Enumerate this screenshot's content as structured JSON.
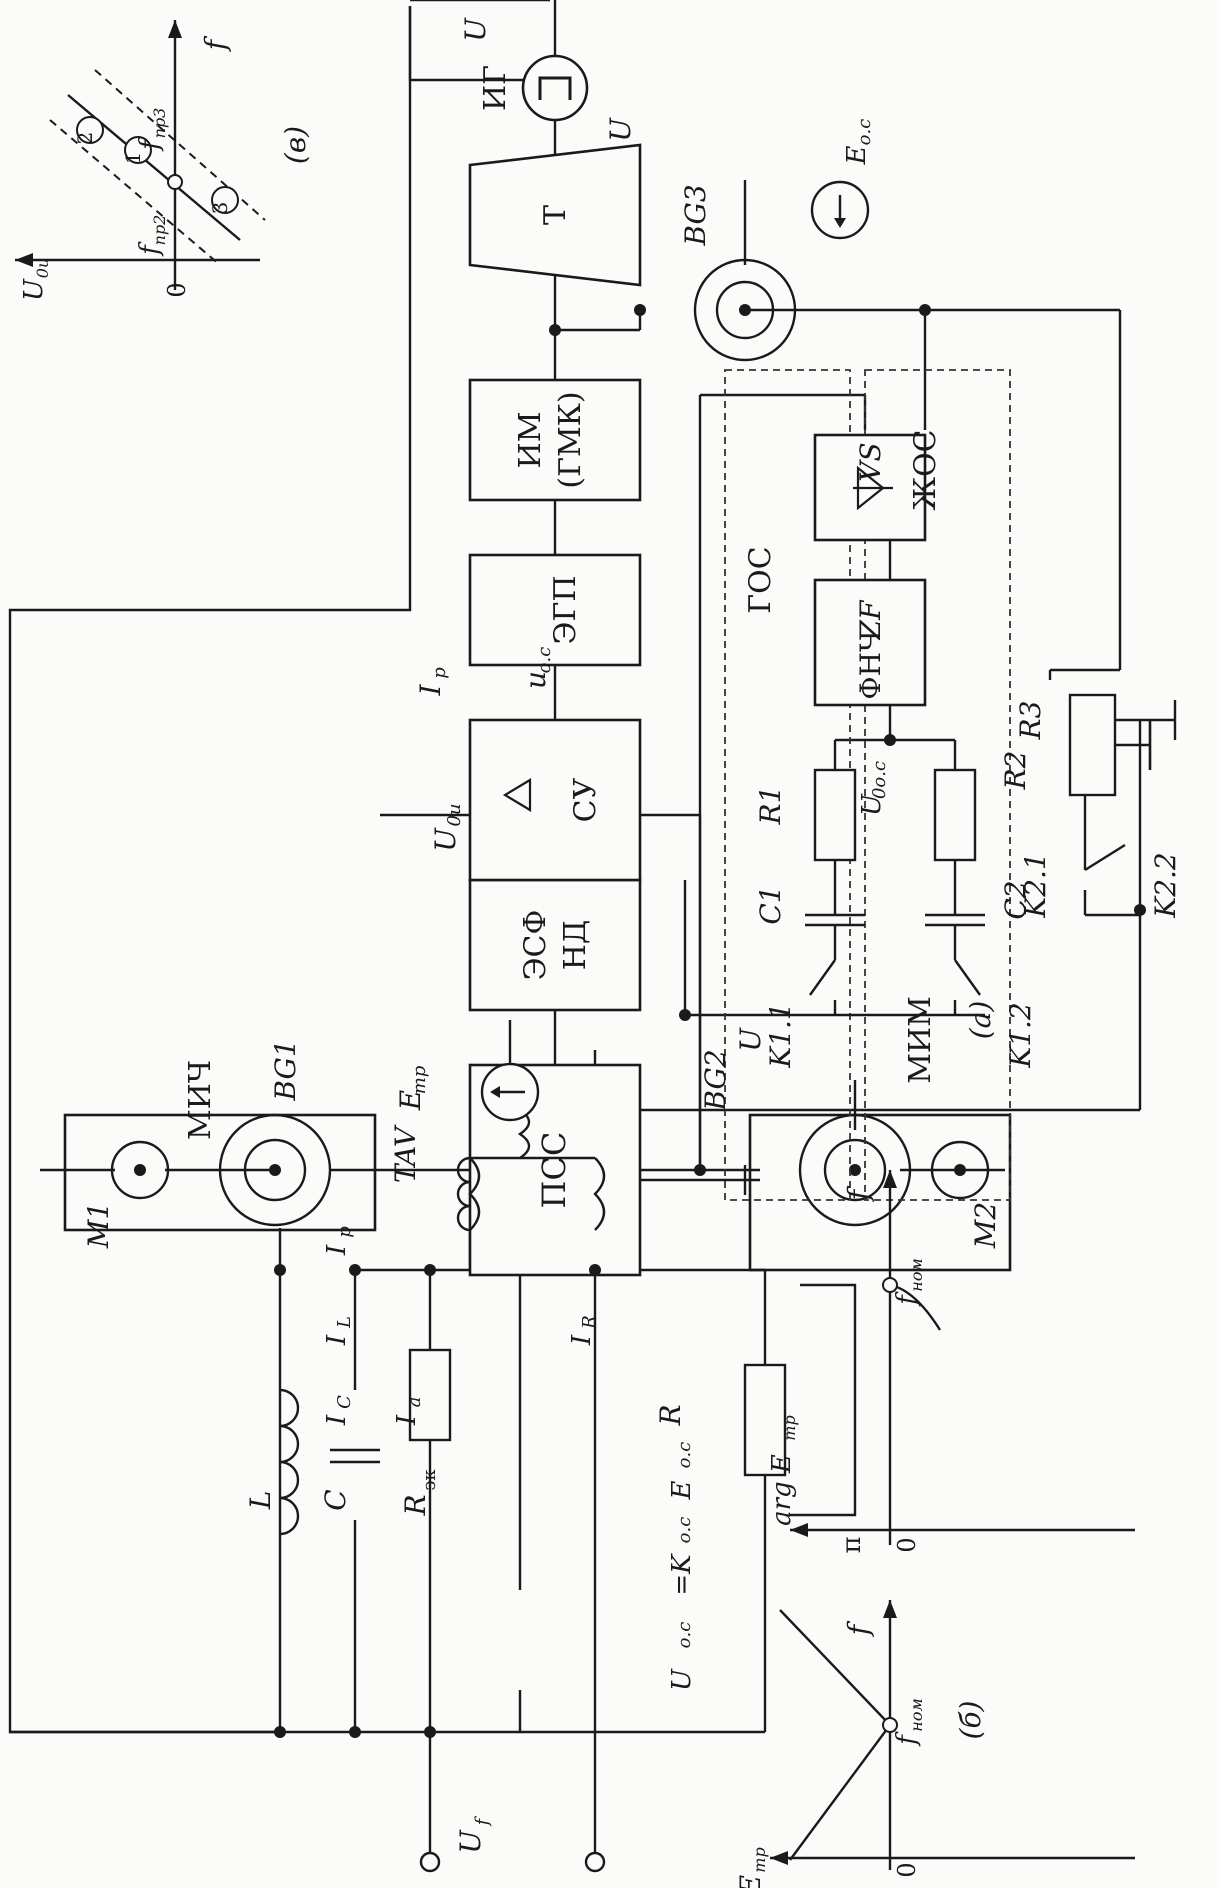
{
  "blocks": {
    "mich": "МИЧ",
    "bg1": "BG1",
    "m1": "M1",
    "pss": "ПСС",
    "mim": "МИМ",
    "bg2": "BG2",
    "m2": "M2",
    "esf_line1": "ЭСФ",
    "esf_line2": "НД",
    "su": "СУ",
    "egp": "ЭГП",
    "im_line1": "ИМ",
    "im_line2": "(ГМК)",
    "t": "Т",
    "ig": "ИГ",
    "bg3": "BG3",
    "vs": "VS",
    "zf": "ZF",
    "fnch": "ФНЧ",
    "gos": "ГОС",
    "zhos": "ЖОС"
  },
  "components": {
    "l": "L",
    "c": "C",
    "r_ek": "R",
    "r_ek_sub": "эк",
    "r": "R",
    "tav": "TAV",
    "r1": "R1",
    "r2": "R2",
    "r3": "R3",
    "c1": "C1",
    "c2": "C2",
    "k11": "K1.1",
    "k12": "K1.2",
    "k21": "K2.1",
    "k22": "K2.2"
  },
  "signals": {
    "uf": "U",
    "uf_sub": "f",
    "il": "I",
    "il_sub": "L",
    "ic": "I",
    "ic_sub": "C",
    "ia": "I",
    "ia_sub": "a",
    "ir": "I",
    "ir_sub": "R",
    "ip": "I",
    "ip_sub": "p",
    "etr": "E",
    "etr_sub": "тр",
    "uos_eq": "U",
    "uos_eq_sub": "о.с",
    "uos_eq_rest": "=K",
    "uos_eq_rest_sub": "о.с",
    "uos_eq_e": "E",
    "uos_eq_e_sub": "о.с",
    "u0i": "U",
    "u0i_sub": "0и",
    "u_os": "u",
    "u_os_sub": "о.с",
    "ip_su": "I",
    "ip_su_sub": "р",
    "u0os": "U",
    "u0os_sub": "0о.с",
    "eos": "E",
    "eos_sub": "о.с"
  },
  "panel_a": {
    "label": "(а)"
  },
  "panel_b": {
    "label": "(б)",
    "g1_ylabel": "E",
    "g1_ylabel_sub": "тр",
    "g1_xlabel": "f",
    "g1_origin": "0",
    "g1_fnom": "f",
    "g1_fnom_sub": "ном",
    "g2_ylabel": "arg E",
    "g2_ylabel_sub": "тр",
    "g2_pi": "π",
    "g2_xlabel": "f",
    "g2_origin": "0",
    "g2_fnom": "f",
    "g2_fnom_sub": "ном"
  },
  "panel_v": {
    "label": "(в)",
    "ylabel": "U",
    "ylabel_sub": "0и",
    "xlabel": "f",
    "origin": "0",
    "fpr2": "f",
    "fpr2_sub": "пр2",
    "fpr3": "f",
    "fpr3_sub": "пр3",
    "line1": "1",
    "line2": "2",
    "line3": "3"
  }
}
